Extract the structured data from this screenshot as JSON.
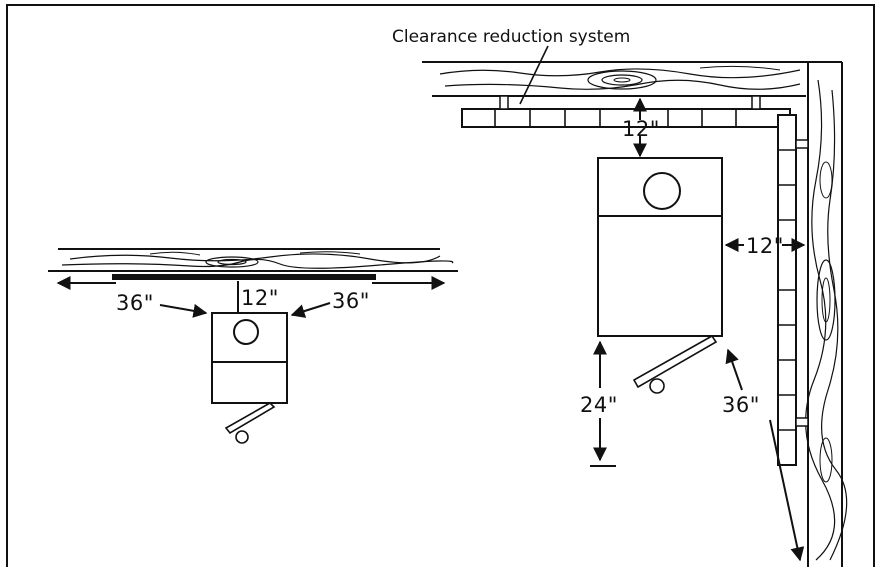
{
  "labels": {
    "clearance_system": "Clearance reduction system",
    "left_side_36_a": "36\"",
    "left_top_12": "12\"",
    "left_side_36_b": "36\"",
    "right_top_12": "12\"",
    "right_side_12": "12\"",
    "right_front_24": "24\"",
    "right_corner_36": "36\""
  },
  "colors": {
    "ink": "#111111",
    "paper": "#ffffff"
  }
}
